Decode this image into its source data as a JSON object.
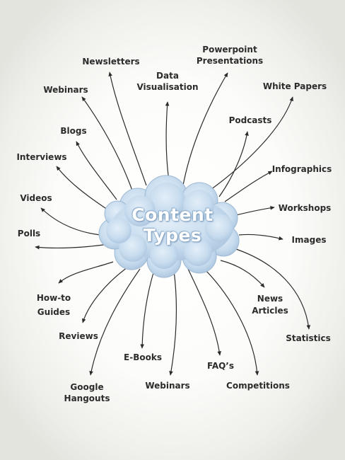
{
  "center": {
    "line1": "Content",
    "line2": "Types"
  },
  "colors": {
    "cloud_fill": "#c9ddef",
    "cloud_edge": "#9fb9d3",
    "arrow": "#2b2b2b",
    "text": "#2c2c2c"
  },
  "nodes": [
    {
      "id": "newsletters",
      "lines": [
        "Newsletters"
      ]
    },
    {
      "id": "powerpoint",
      "lines": [
        "Powerpoint",
        "Presentations"
      ]
    },
    {
      "id": "data-visualisation",
      "lines": [
        "Data",
        "Visualisation"
      ]
    },
    {
      "id": "white-papers",
      "lines": [
        "White Papers"
      ]
    },
    {
      "id": "webinars-top",
      "lines": [
        "Webinars"
      ]
    },
    {
      "id": "podcasts",
      "lines": [
        "Podcasts"
      ]
    },
    {
      "id": "blogs",
      "lines": [
        "Blogs"
      ]
    },
    {
      "id": "infographics",
      "lines": [
        "Infographics"
      ]
    },
    {
      "id": "interviews",
      "lines": [
        "Interviews"
      ]
    },
    {
      "id": "videos",
      "lines": [
        "Videos"
      ]
    },
    {
      "id": "workshops",
      "lines": [
        "Workshops"
      ]
    },
    {
      "id": "polls",
      "lines": [
        "Polls"
      ]
    },
    {
      "id": "images",
      "lines": [
        "Images"
      ]
    },
    {
      "id": "how-to-guides",
      "lines": [
        "How-to",
        "Guides"
      ]
    },
    {
      "id": "news-articles",
      "lines": [
        "News",
        "Articles"
      ]
    },
    {
      "id": "reviews",
      "lines": [
        "Reviews"
      ]
    },
    {
      "id": "statistics",
      "lines": [
        "Statistics"
      ]
    },
    {
      "id": "e-books",
      "lines": [
        "E-Books"
      ]
    },
    {
      "id": "faqs",
      "lines": [
        "FAQ’s"
      ]
    },
    {
      "id": "google-hangouts",
      "lines": [
        "Google",
        "Hangouts"
      ]
    },
    {
      "id": "webinars-bottom",
      "lines": [
        "Webinars"
      ]
    },
    {
      "id": "competitions",
      "lines": [
        "Competitions"
      ]
    }
  ]
}
